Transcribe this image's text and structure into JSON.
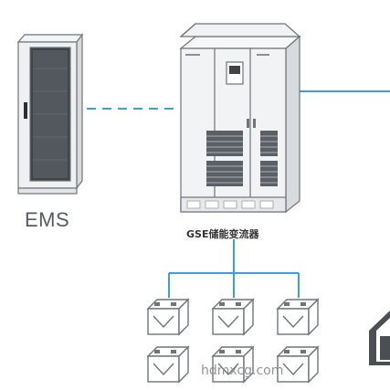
{
  "labels": {
    "ems": "EMS",
    "gse": "GSE储能变流器",
    "watermark": "hdmxcg.com"
  },
  "colors": {
    "connector_blue": "#3aa3d6",
    "cabinet_stroke": "#6f7478",
    "text_gray": "#555b60"
  },
  "icons": {
    "ems_cabinet": "server-rack-icon",
    "pcs_cabinet": "power-conversion-cabinet-icon",
    "battery": "battery-icon",
    "grid": "house-icon"
  },
  "battery_count": 6
}
